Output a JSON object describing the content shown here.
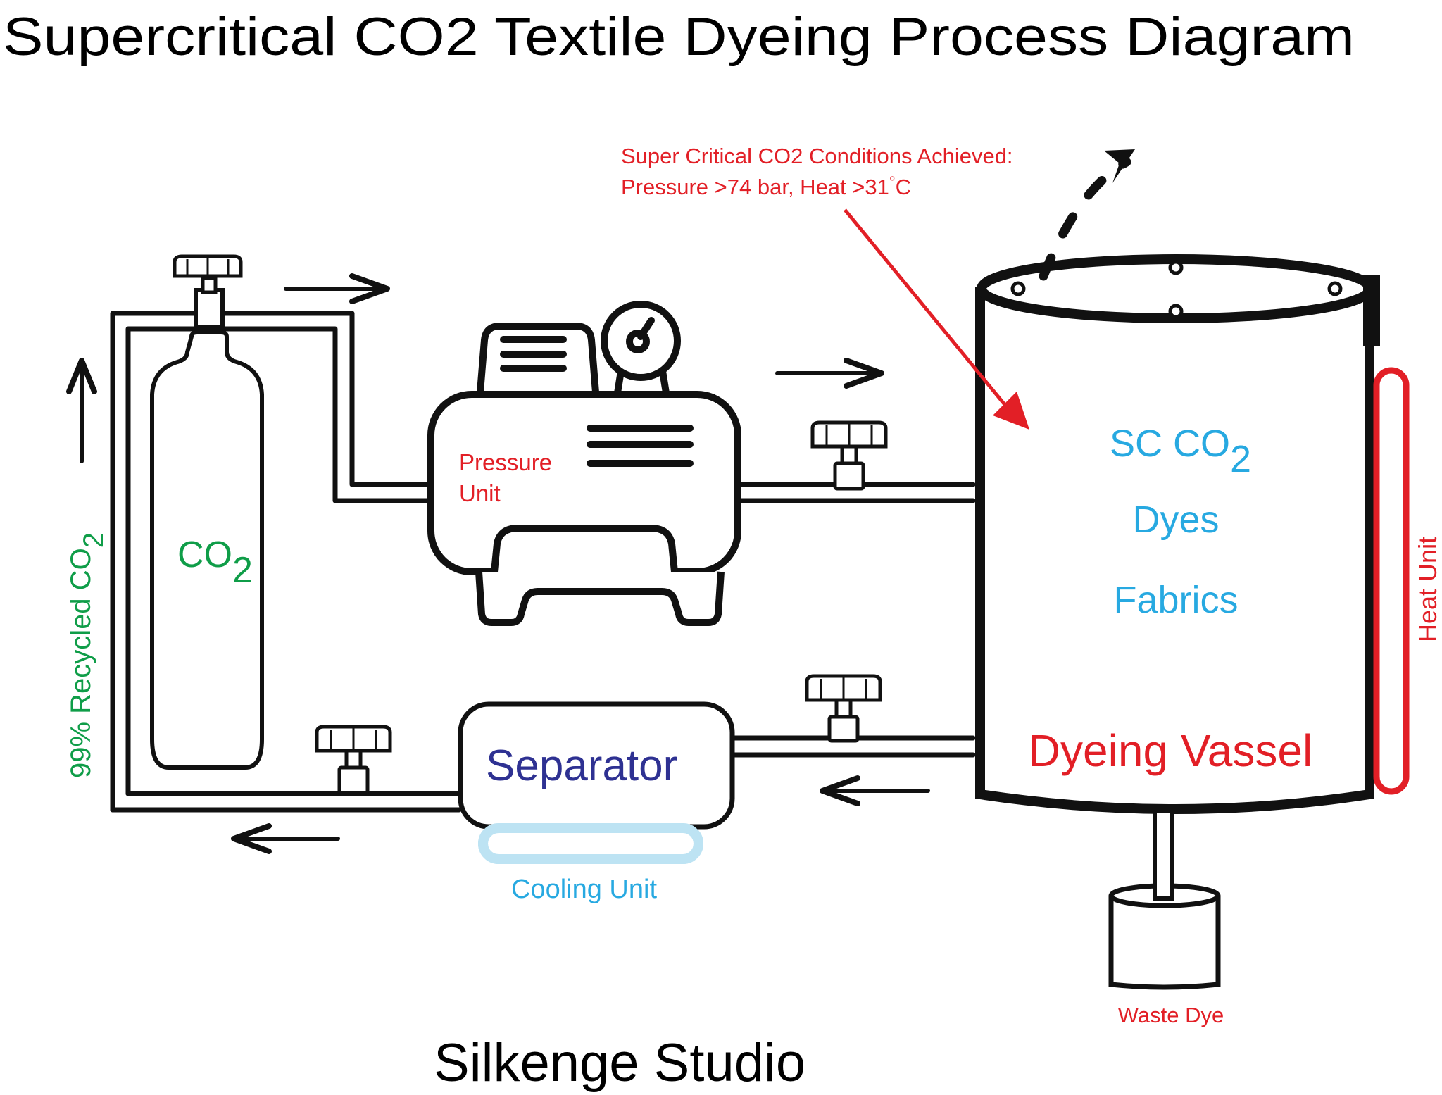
{
  "title": "Supercritical CO2 Textile Dyeing Process Diagram",
  "footer": "Silkenge Studio",
  "annotation": {
    "line1": "Super Critical CO2 Conditions Achieved:",
    "line2_prefix": "Pressure >74 bar, Heat >31",
    "line2_degree": "°",
    "line2_suffix": "C"
  },
  "components": {
    "co2_tank": {
      "label_main": "CO",
      "label_sub": "2"
    },
    "pressure_unit": {
      "line1": "Pressure",
      "line2": "Unit"
    },
    "separator": {
      "label": "Separator"
    },
    "cooling_unit": {
      "label": "Cooling Unit"
    },
    "vessel": {
      "contents": [
        {
          "main": "SC CO",
          "sub": "2"
        },
        {
          "main": "Dyes",
          "sub": ""
        },
        {
          "main": "Fabrics",
          "sub": ""
        }
      ],
      "label": "Dyeing Vassel"
    },
    "heat_unit": {
      "label": "Heat Unit"
    },
    "waste": {
      "label": "Waste Dye"
    },
    "recycle": {
      "label_main": "99% Recycled CO",
      "label_sub": "2"
    }
  },
  "flow_arrows": [
    {
      "id": "tank-to-pump",
      "direction": "right"
    },
    {
      "id": "pump-to-vessel",
      "direction": "right"
    },
    {
      "id": "vessel-to-separator",
      "direction": "left"
    },
    {
      "id": "separator-to-tank",
      "direction": "left"
    },
    {
      "id": "recycle-up",
      "direction": "up"
    },
    {
      "id": "vent-out",
      "direction": "up-right",
      "style": "dashed"
    }
  ],
  "colors": {
    "annotation_red": "#e21f26",
    "contents_blue": "#27a9e1",
    "separator_navy": "#2e3192",
    "recycle_green": "#0f9d48",
    "cooling_light_blue": "#bde3f3",
    "line_black": "#111111"
  }
}
